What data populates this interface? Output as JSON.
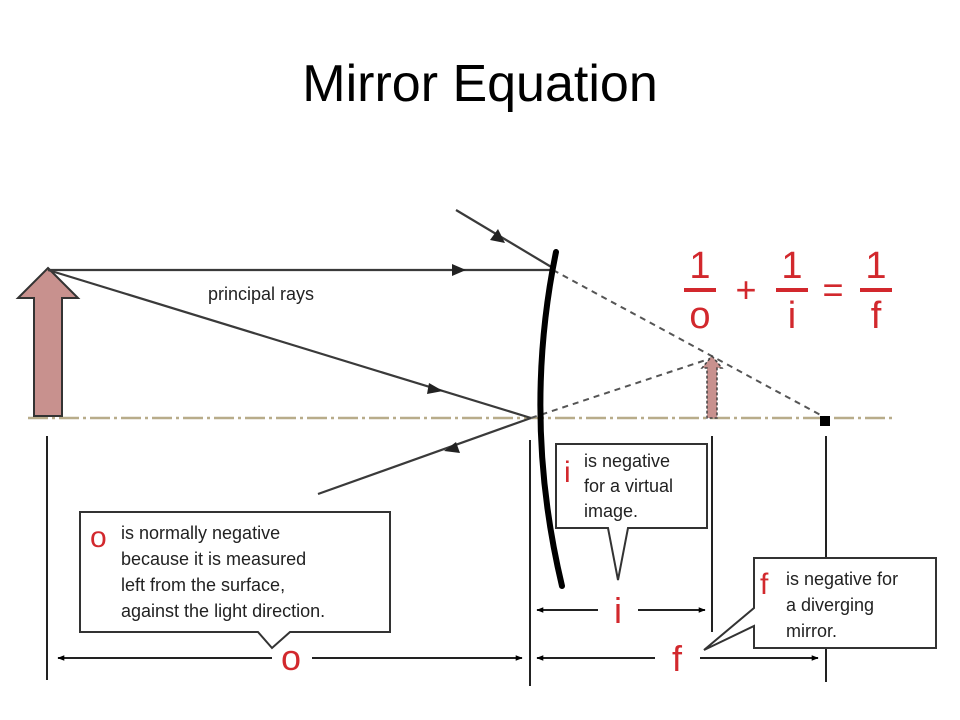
{
  "title": "Mirror Equation",
  "colors": {
    "object_arrow": "#C8918E",
    "equation": "#D2282D",
    "rays": "#3A3A3A",
    "axis": "#B8AC8A",
    "mirror": "#000000"
  },
  "rays_label": "principal rays",
  "equation": {
    "term1_num": "1",
    "term1_den": "o",
    "plus": "+",
    "term2_num": "1",
    "term2_den": "i",
    "equals": "=",
    "term3_num": "1",
    "term3_den": "f"
  },
  "callouts": {
    "o": {
      "symbol": "o",
      "lines": [
        "is normally negative",
        "because it is measured",
        "left from the surface,",
        "against the light direction."
      ]
    },
    "i": {
      "symbol": "i",
      "lines": [
        "is negative",
        "for a virtual",
        "image."
      ]
    },
    "f": {
      "symbol": "f",
      "lines": [
        "is negative for",
        "a diverging",
        "mirror."
      ]
    }
  },
  "dimension_labels": {
    "o": "o",
    "i": "i",
    "f": "f"
  }
}
